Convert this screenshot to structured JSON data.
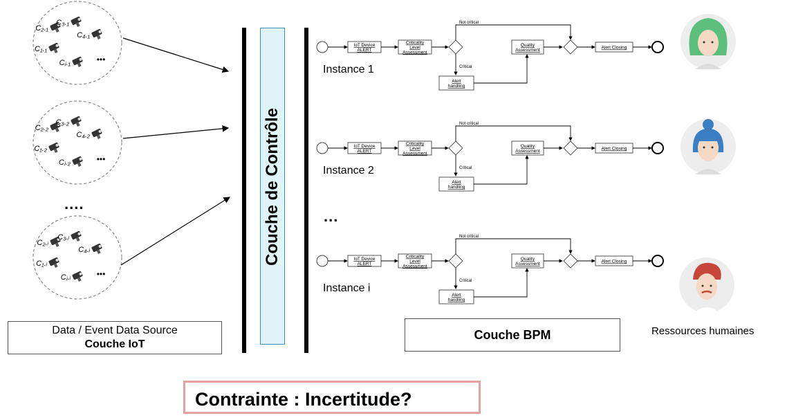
{
  "iot_layer": {
    "sources": [
      {
        "sensors": [
          "C₂.₁",
          "C₃.₁",
          "C₄.₁",
          "C₁.₁",
          "Cⱼ.₁"
        ],
        "dots": "•••"
      },
      {
        "sensors": [
          "C₂.₂",
          "C₃.₂",
          "C₄.₂",
          "C₁.₂",
          "Cⱼ.₂"
        ],
        "dots": "•••"
      },
      {
        "sensors": [
          "C₂.ᵢ",
          "C₃.ᵢ",
          "C₄.ᵢ",
          "C₁.ᵢ",
          "Cⱼ.ᵢ"
        ],
        "dots": "•••"
      }
    ],
    "ellipsis": "....",
    "box_line1": "Data / Event Data Source",
    "box_line2": "Couche IoT"
  },
  "control_layer": {
    "label": "Couche de Contrôle"
  },
  "bpm_layer": {
    "instances": [
      {
        "label": "Instance 1"
      },
      {
        "label": "Instance 2"
      },
      {
        "label": "Instance i"
      }
    ],
    "ellipsis": "...",
    "tasks": {
      "iot_alert": [
        "IoT Device",
        "ALERT"
      ],
      "criticality": [
        "Criticality",
        "Level",
        "Assessment"
      ],
      "quality": [
        "Quality",
        "Assessment"
      ],
      "alert_closing": "Alert Closing",
      "alert_handling": [
        "Alert",
        "handling"
      ],
      "not_critical": "Not critical",
      "critical": "Critical"
    },
    "box_label": "Couche BPM"
  },
  "resources": {
    "label": "Ressources humaines",
    "avatars": [
      {
        "name": "green-hair-woman",
        "hair": "#5cbf7c",
        "skin": "#f5d9c4"
      },
      {
        "name": "blue-hair-woman",
        "hair": "#3a7fc4",
        "skin": "#f5d9c4"
      },
      {
        "name": "red-hair-man",
        "hair": "#c8453a",
        "skin": "#f5d9c4"
      }
    ]
  },
  "constraint": {
    "label": "Contrainte : Incertitude?"
  }
}
